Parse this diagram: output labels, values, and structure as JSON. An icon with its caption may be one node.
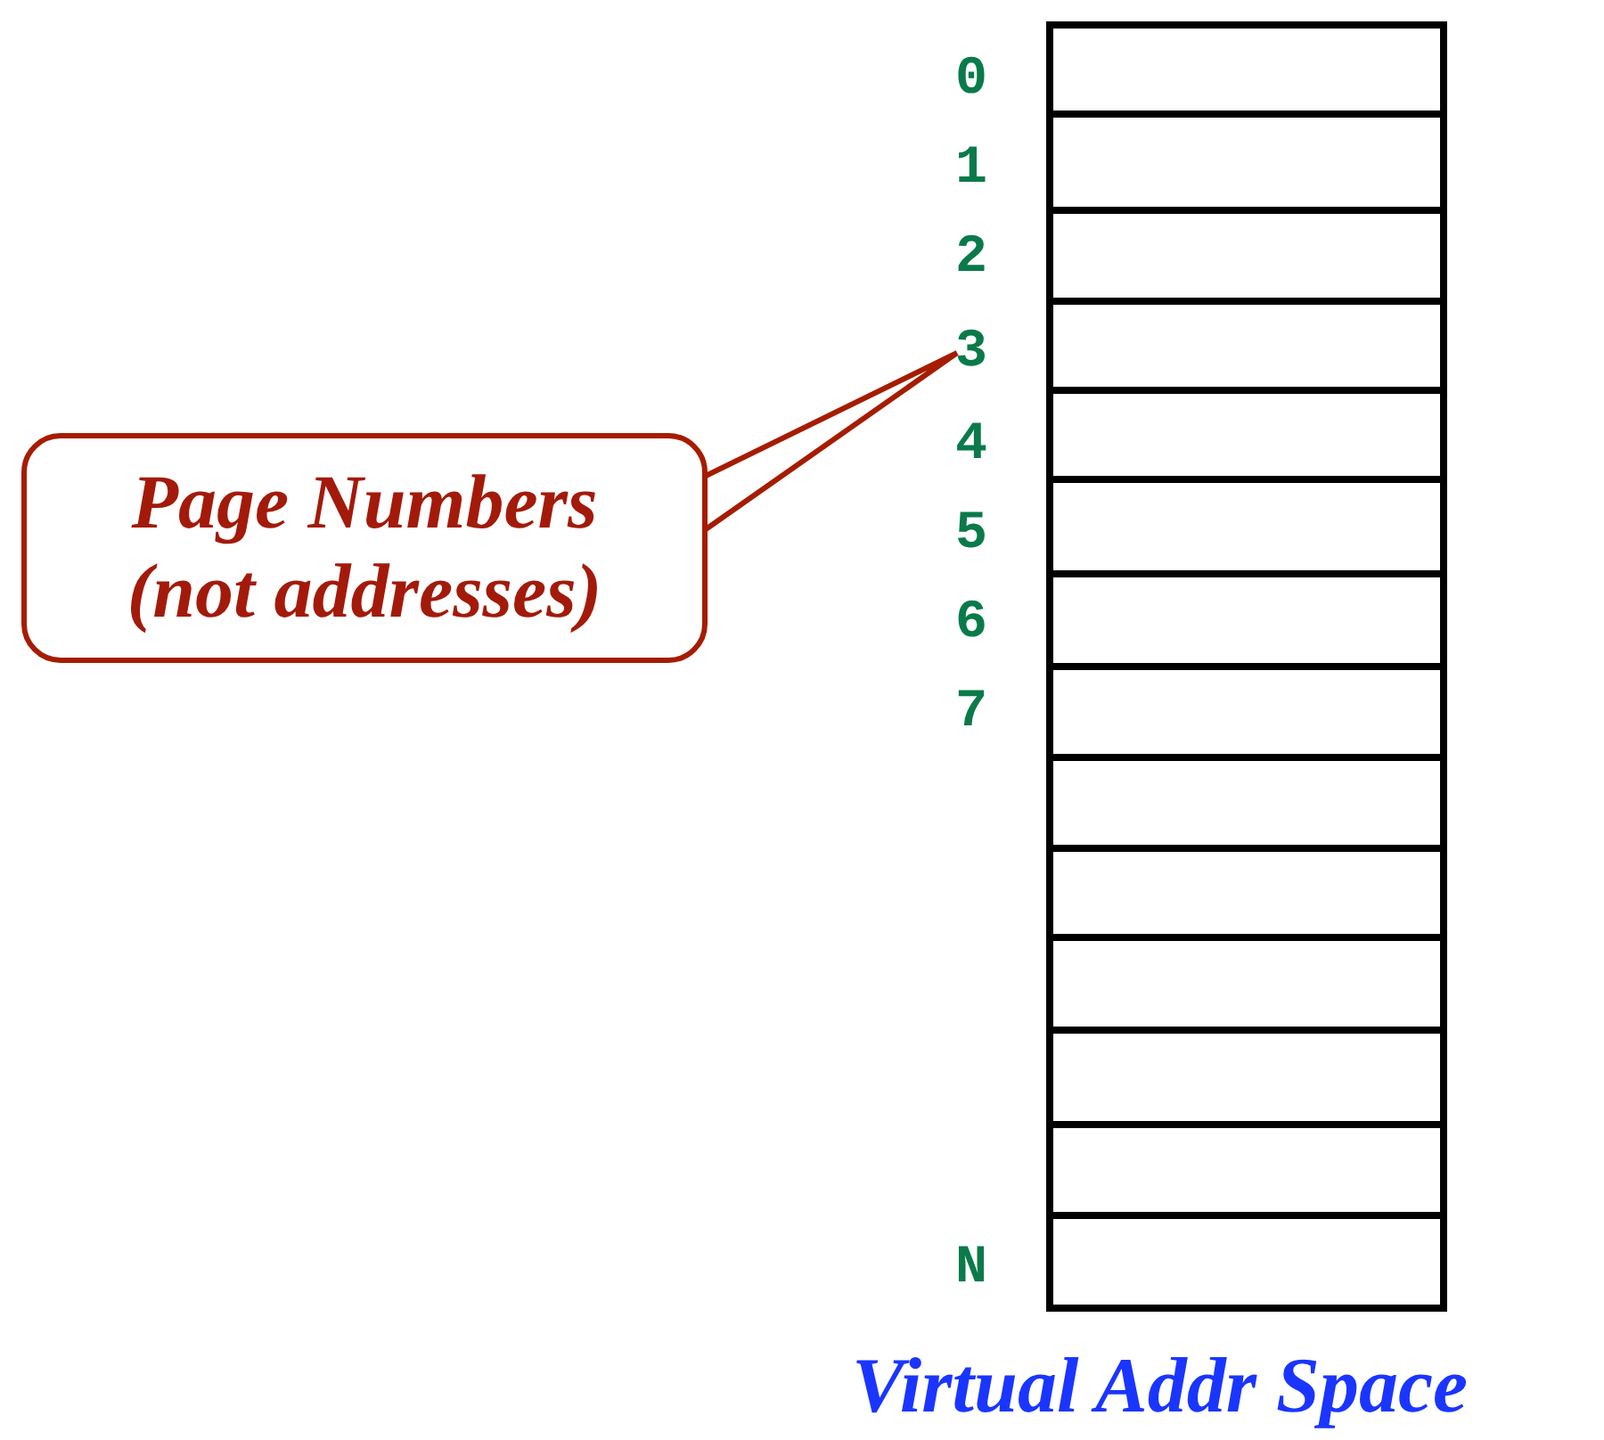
{
  "diagram": {
    "caption": "Virtual Addr Space",
    "nodes": [
      {
        "text": [
          "Page Numbers (not addresses)"
        ]
      },
      {
        "text": [
          "3"
        ]
      },
      {
        "text": [],
        "shape": "box"
      },
      {
        "text": [],
        "shape": "box"
      },
      {
        "text": [],
        "shape": "box"
      },
      {
        "text": [],
        "shape": "box"
      },
      {
        "text": [],
        "shape": "box"
      },
      {
        "text": [],
        "shape": "box"
      },
      {
        "text": [],
        "shape": "box"
      },
      {
        "text": [],
        "shape": "box"
      },
      {
        "text": [],
        "shape": "box"
      },
      {
        "text": [],
        "shape": "box"
      },
      {
        "text": [],
        "shape": "box"
      },
      {
        "text": [],
        "shape": "box"
      },
      {
        "text": [],
        "shape": "box"
      },
      {
        "text": [],
        "shape": "box"
      }
    ],
    "edges": [
      {
        "from": 0,
        "to": 1,
        "arrow": "none"
      }
    ],
    "labels": [
      "0",
      "1",
      "2",
      "4",
      "5",
      "6",
      "7",
      "N"
    ]
  }
}
